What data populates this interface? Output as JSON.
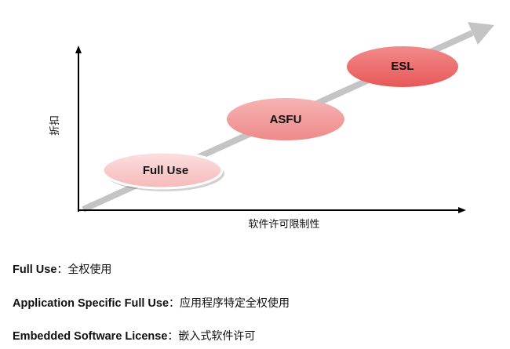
{
  "diagram": {
    "y_axis_label": "折扣",
    "x_axis_label": "软件许可限制性",
    "stages": [
      {
        "label": "Full Use",
        "fill": "#f9c9c9"
      },
      {
        "label": "ASFU",
        "fill": "#f29b9b"
      },
      {
        "label": "ESL",
        "fill": "#ec6b6b"
      }
    ],
    "trend_color": "#c4c4c4"
  },
  "legend": [
    {
      "term": "Full Use",
      "sep": "：",
      "desc": "全权使用"
    },
    {
      "term": "Application Specific Full Use",
      "sep": "：",
      "desc": "应用程序特定全权使用"
    },
    {
      "term": "Embedded Software License",
      "sep": "：",
      "desc": "嵌入式软件许可"
    }
  ]
}
